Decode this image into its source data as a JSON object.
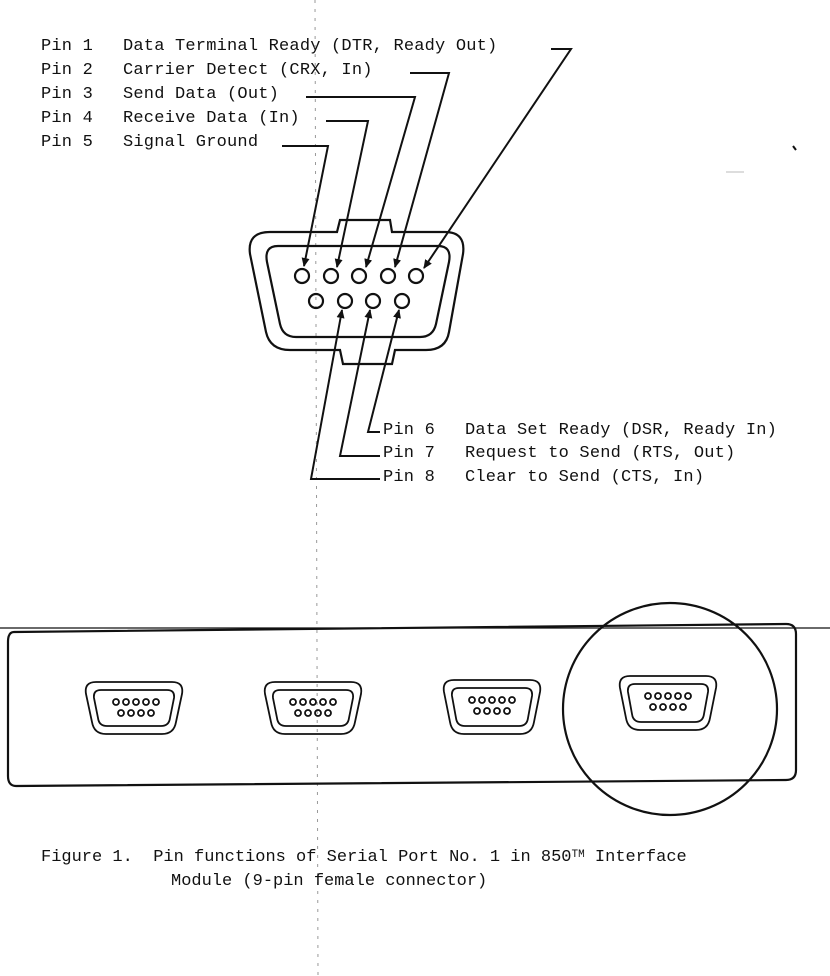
{
  "top_pins": [
    {
      "number": "Pin 1",
      "function": "Data Terminal Ready (DTR, Ready Out)"
    },
    {
      "number": "Pin 2",
      "function": "Carrier Detect (CRX, In)"
    },
    {
      "number": "Pin 3",
      "function": "Send Data (Out)"
    },
    {
      "number": "Pin 4",
      "function": "Receive Data (In)"
    },
    {
      "number": "Pin 5",
      "function": "Signal Ground"
    }
  ],
  "bottom_pins": [
    {
      "number": "Pin 6",
      "function": "Data Set Ready (DSR, Ready In)"
    },
    {
      "number": "Pin 7",
      "function": "Request to Send (RTS, Out)"
    },
    {
      "number": "Pin 8",
      "function": "Clear to Send (CTS, In)"
    }
  ],
  "caption": {
    "prefix": "Figure 1.",
    "line1": "Pin functions of Serial Port No. 1 in 850",
    "trademark": "TM",
    "line1_end": " Interface",
    "line2": "Module (9-pin female connector)"
  },
  "colors": {
    "ink": "#111111",
    "paper": "#ffffff"
  }
}
